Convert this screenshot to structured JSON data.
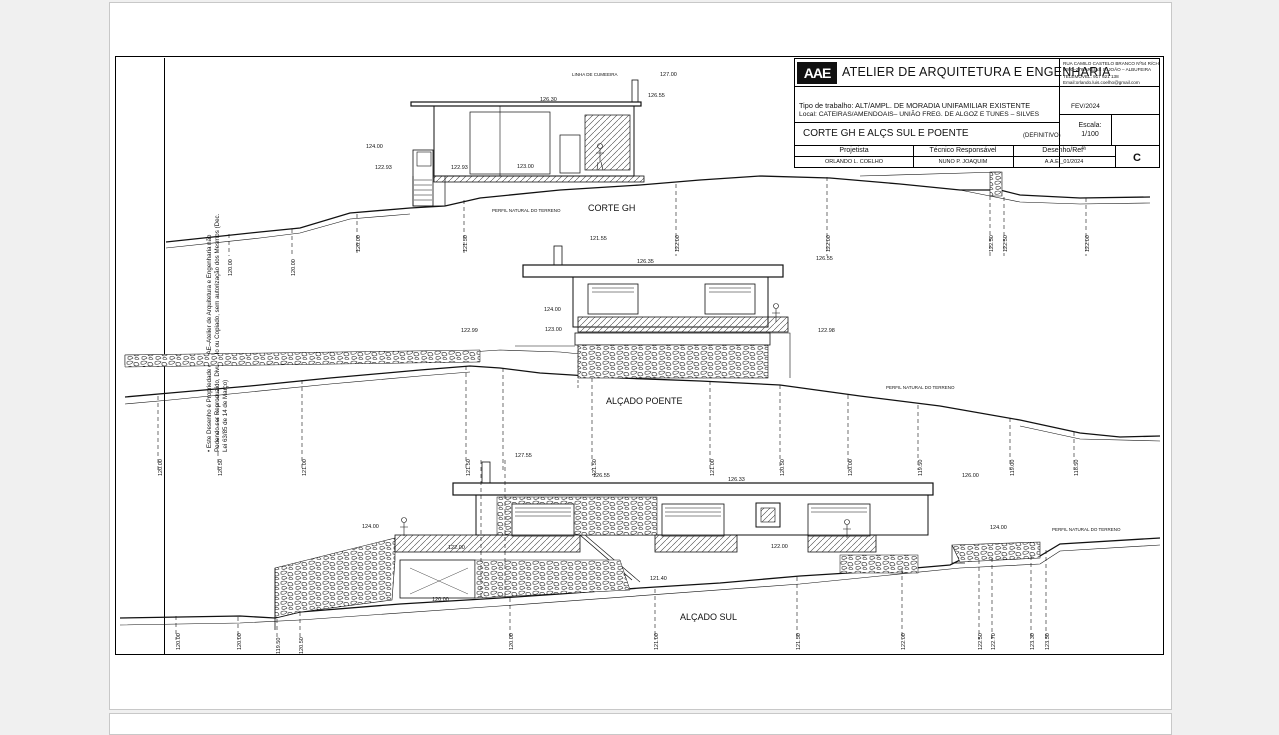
{
  "title_block": {
    "logo": "AAE",
    "firm_name": "ATELIER DE ARQUITETURA E ENGENHARIA",
    "address": [
      "RUA CAMILO CASTELO BRANCO Nº54 R/CHÃO",
      "8200–276 AREIAS S. JOÃO – ALBUFEIRA",
      "TELEMÓVEL: 917 621 138",
      "Email:orlando.luis.coelho@gmail.com"
    ],
    "work_type": "Tipo de trabalho: ALT/AMPL. DE MORADIA UNIFAMILIAR EXISTENTE",
    "location": "Local: CATEIRAS/AMENDOAIS– UNIÃO FREG. DE ALGOZ E TUNES – SILVES",
    "sheet_title": "CORTE GH E ALÇS SUL E POENTE",
    "status": "(DEFINITIVO)",
    "date": "FEV/2024",
    "scale_label": "Escala:",
    "scale_value": "1/100",
    "columns": [
      {
        "header": "Projetista",
        "value": "ORLANDO L. COELHO"
      },
      {
        "header": "Técnico Responsável",
        "value": "NUNO P. JOAQUIM"
      },
      {
        "header": "Desenho/Refª",
        "value": "A.A.E._01/2024"
      }
    ],
    "stamp": "C"
  },
  "side_note": "• Este Desenho é Propriedade de AAE–Atelier de Arquitetura e Engenharia não Podendo ser Reproduzido, Divulgado ou Copiado, sem autorização dos Mesmos (Dec. Lei 63/85 de 14 de Março)",
  "views": {
    "corte_gh": "CORTE GH",
    "alcado_poente": "ALÇADO POENTE",
    "alcado_sul": "ALÇADO SUL"
  },
  "labels": {
    "terrain": "PERFIL NATURAL DO TERRENO",
    "cumeeira": "LINHA DE CUMEEIRA"
  },
  "corte_gh_levels": [
    "127.00",
    "126.30",
    "126.55",
    "124.00",
    "122.93",
    "122.93",
    "123.00"
  ],
  "corte_gh_ticks": [
    "120.00",
    "120.00",
    "120.00",
    "121.50",
    "122.00",
    "122.00",
    "122.50",
    "122.50",
    "122.00"
  ],
  "poente_levels": [
    "121.55",
    "126.35",
    "126.55",
    "124.00",
    "122.99",
    "123.00",
    "122.98"
  ],
  "poente_ticks": [
    "120.00",
    "120.50",
    "121.00",
    "121.50",
    "121.50",
    "121.00",
    "120.50",
    "120.00",
    "119.50",
    "119.00",
    "118.50"
  ],
  "sul_levels": [
    "127.55",
    "126.55",
    "126.33",
    "126.00",
    "124.00",
    "122.00",
    "122.00",
    "121.40",
    "120.00",
    "124.00"
  ],
  "sul_ticks": [
    "120.00",
    "120.00",
    "119.50",
    "120.50",
    "120.00",
    "121.00",
    "121.50",
    "122.00",
    "122.50",
    "122.70",
    "123.30",
    "123.50"
  ]
}
